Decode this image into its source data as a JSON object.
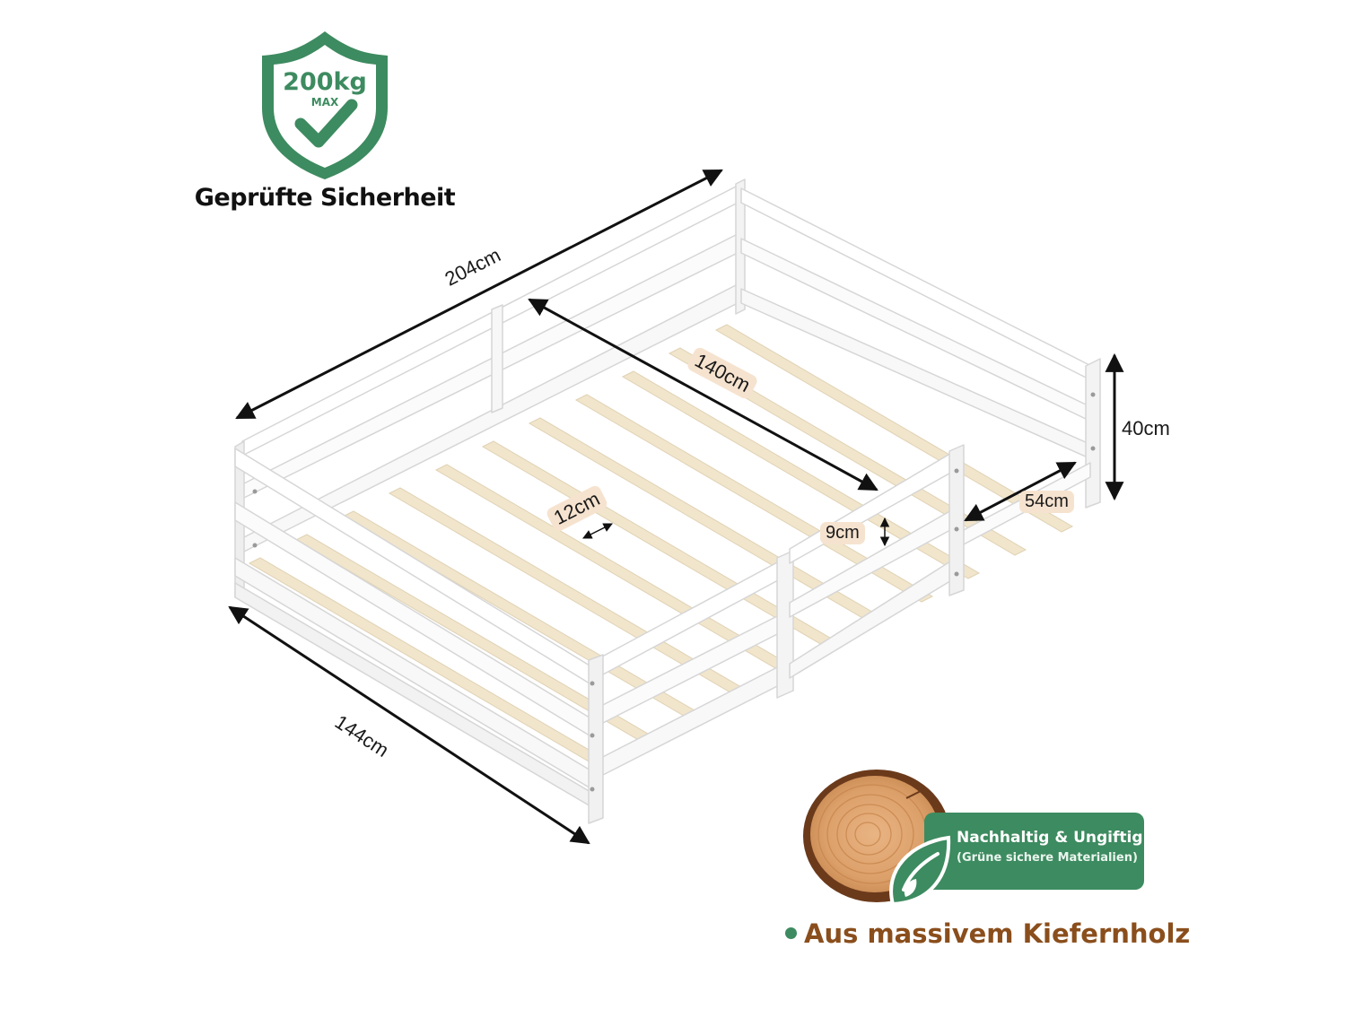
{
  "colors": {
    "badge_green": "#3d8b60",
    "frame_white": "#ffffff",
    "slat_wood": "#f1e5cc",
    "label_tag": "#f6e3cf",
    "material_brown": "#8a4e1c"
  },
  "safety_badge": {
    "weight": "200kg",
    "max_label": "MAX",
    "caption": "Geprüfte Sicherheit",
    "icon": "shield-check-icon"
  },
  "dimensions": {
    "length": "204cm",
    "inner_length": "140cm",
    "width": "144cm",
    "height": "40cm",
    "opening": "54cm",
    "slat_gap": "12cm",
    "rail_gap": "9cm"
  },
  "eco_badge": {
    "title": "Nachhaltig & Ungiftig",
    "subtitle": "(Grüne sichere Materialien)",
    "icon": "leaf-icon",
    "wood_icon": "wood-slice-icon"
  },
  "material_note": "Aus massivem Kiefernholz"
}
